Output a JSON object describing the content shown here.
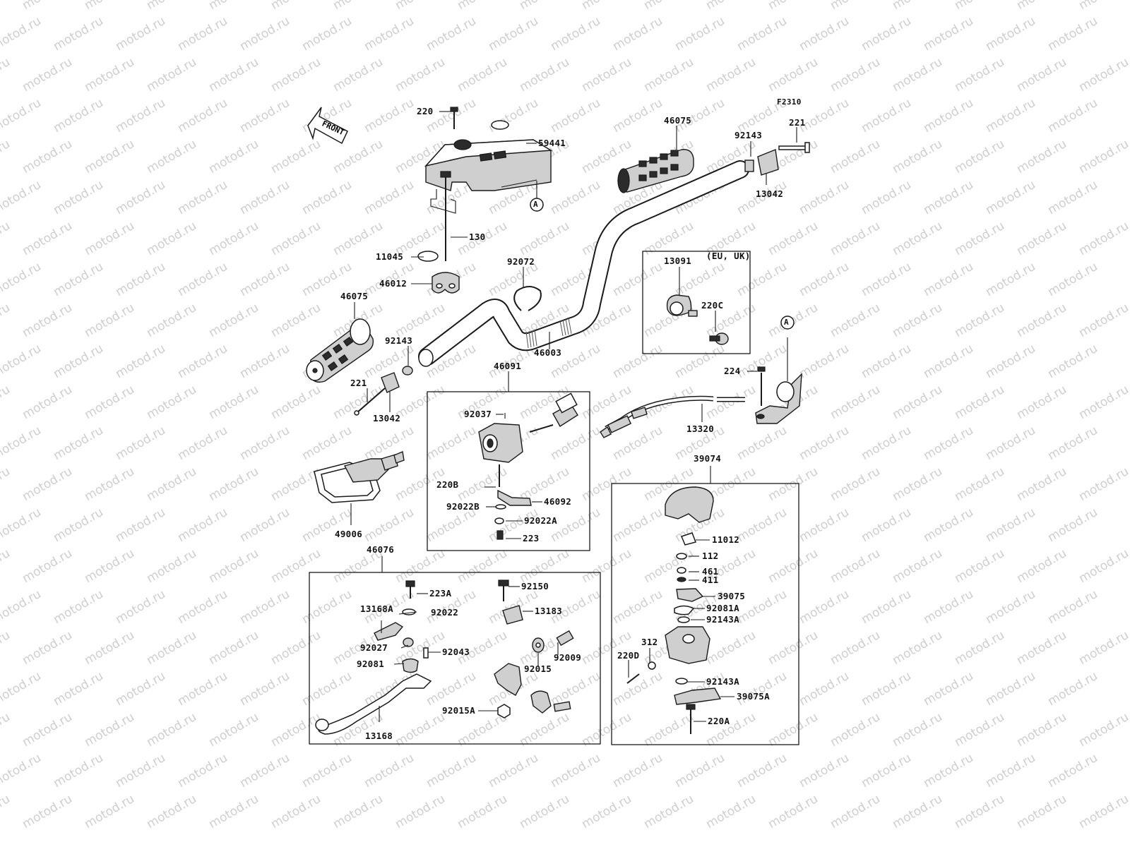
{
  "figure_code": "F2310",
  "front_label": "FRONT",
  "callout_a": "A",
  "region_note": "(EU, UK)",
  "watermark_text": "motod.ru",
  "parts": [
    {
      "id": "p220_top",
      "number": "220"
    },
    {
      "id": "p59441",
      "number": "59441"
    },
    {
      "id": "p46075_r",
      "number": "46075"
    },
    {
      "id": "p92143_r",
      "number": "92143"
    },
    {
      "id": "p221_r",
      "number": "221"
    },
    {
      "id": "p13042_r",
      "number": "13042"
    },
    {
      "id": "p130",
      "number": "130"
    },
    {
      "id": "p11045",
      "number": "11045"
    },
    {
      "id": "p46012",
      "number": "46012"
    },
    {
      "id": "p92072",
      "number": "92072"
    },
    {
      "id": "p46075_l",
      "number": "46075"
    },
    {
      "id": "p92143_l",
      "number": "92143"
    },
    {
      "id": "p46003",
      "number": "46003"
    },
    {
      "id": "p221_l",
      "number": "221"
    },
    {
      "id": "p13042_l",
      "number": "13042"
    },
    {
      "id": "p13091",
      "number": "13091"
    },
    {
      "id": "p220C",
      "number": "220C"
    },
    {
      "id": "p224",
      "number": "224"
    },
    {
      "id": "p13320",
      "number": "13320"
    },
    {
      "id": "p46091",
      "number": "46091"
    },
    {
      "id": "p92037",
      "number": "92037"
    },
    {
      "id": "p220B",
      "number": "220B"
    },
    {
      "id": "p46092",
      "number": "46092"
    },
    {
      "id": "p92022B",
      "number": "92022B"
    },
    {
      "id": "p92022A",
      "number": "92022A"
    },
    {
      "id": "p223",
      "number": "223"
    },
    {
      "id": "p49006",
      "number": "49006"
    },
    {
      "id": "p46076",
      "number": "46076"
    },
    {
      "id": "p223A",
      "number": "223A"
    },
    {
      "id": "p92150",
      "number": "92150"
    },
    {
      "id": "p13168A",
      "number": "13168A"
    },
    {
      "id": "p92022",
      "number": "92022"
    },
    {
      "id": "p13183",
      "number": "13183"
    },
    {
      "id": "p92027",
      "number": "92027"
    },
    {
      "id": "p92043",
      "number": "92043"
    },
    {
      "id": "p92009",
      "number": "92009"
    },
    {
      "id": "p92081",
      "number": "92081"
    },
    {
      "id": "p92015",
      "number": "92015"
    },
    {
      "id": "p92015A",
      "number": "92015A"
    },
    {
      "id": "p13168",
      "number": "13168"
    },
    {
      "id": "p39074",
      "number": "39074"
    },
    {
      "id": "p11012",
      "number": "11012"
    },
    {
      "id": "p112",
      "number": "112"
    },
    {
      "id": "p461",
      "number": "461"
    },
    {
      "id": "p411",
      "number": "411"
    },
    {
      "id": "p39075",
      "number": "39075"
    },
    {
      "id": "p92081A",
      "number": "92081A"
    },
    {
      "id": "p92143A_1",
      "number": "92143A"
    },
    {
      "id": "p312",
      "number": "312"
    },
    {
      "id": "p220D",
      "number": "220D"
    },
    {
      "id": "p92143A_2",
      "number": "92143A"
    },
    {
      "id": "p39075A",
      "number": "39075A"
    },
    {
      "id": "p220A",
      "number": "220A"
    }
  ]
}
